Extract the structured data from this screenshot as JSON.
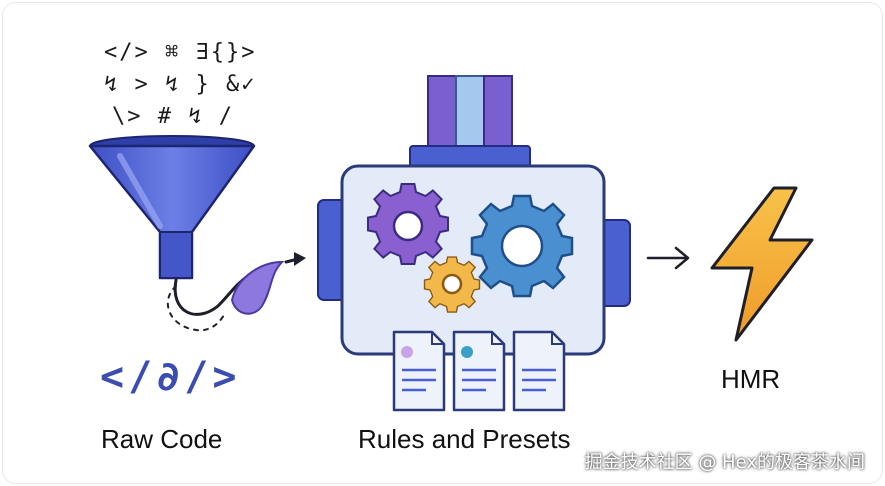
{
  "symbols": {
    "row1": "</> ⌘ ∃{}>",
    "row2": "↯ > ↯ } &✓",
    "row3": "\\> # ↯ /"
  },
  "code_glyph": "</∂/>",
  "labels": {
    "raw_code": "Raw Code",
    "rules": "Rules and Presets",
    "hmr": "HMR"
  },
  "watermark": "掘金技术社区 @ Hex的极客茶水间",
  "colors": {
    "funnel": "#4a5fd0",
    "machine": "#e3ebf8",
    "gear_purple": "#8a5fd0",
    "gear_blue": "#4a90d0",
    "gear_yellow": "#f2b94a",
    "bolt": "#f5b33a"
  }
}
